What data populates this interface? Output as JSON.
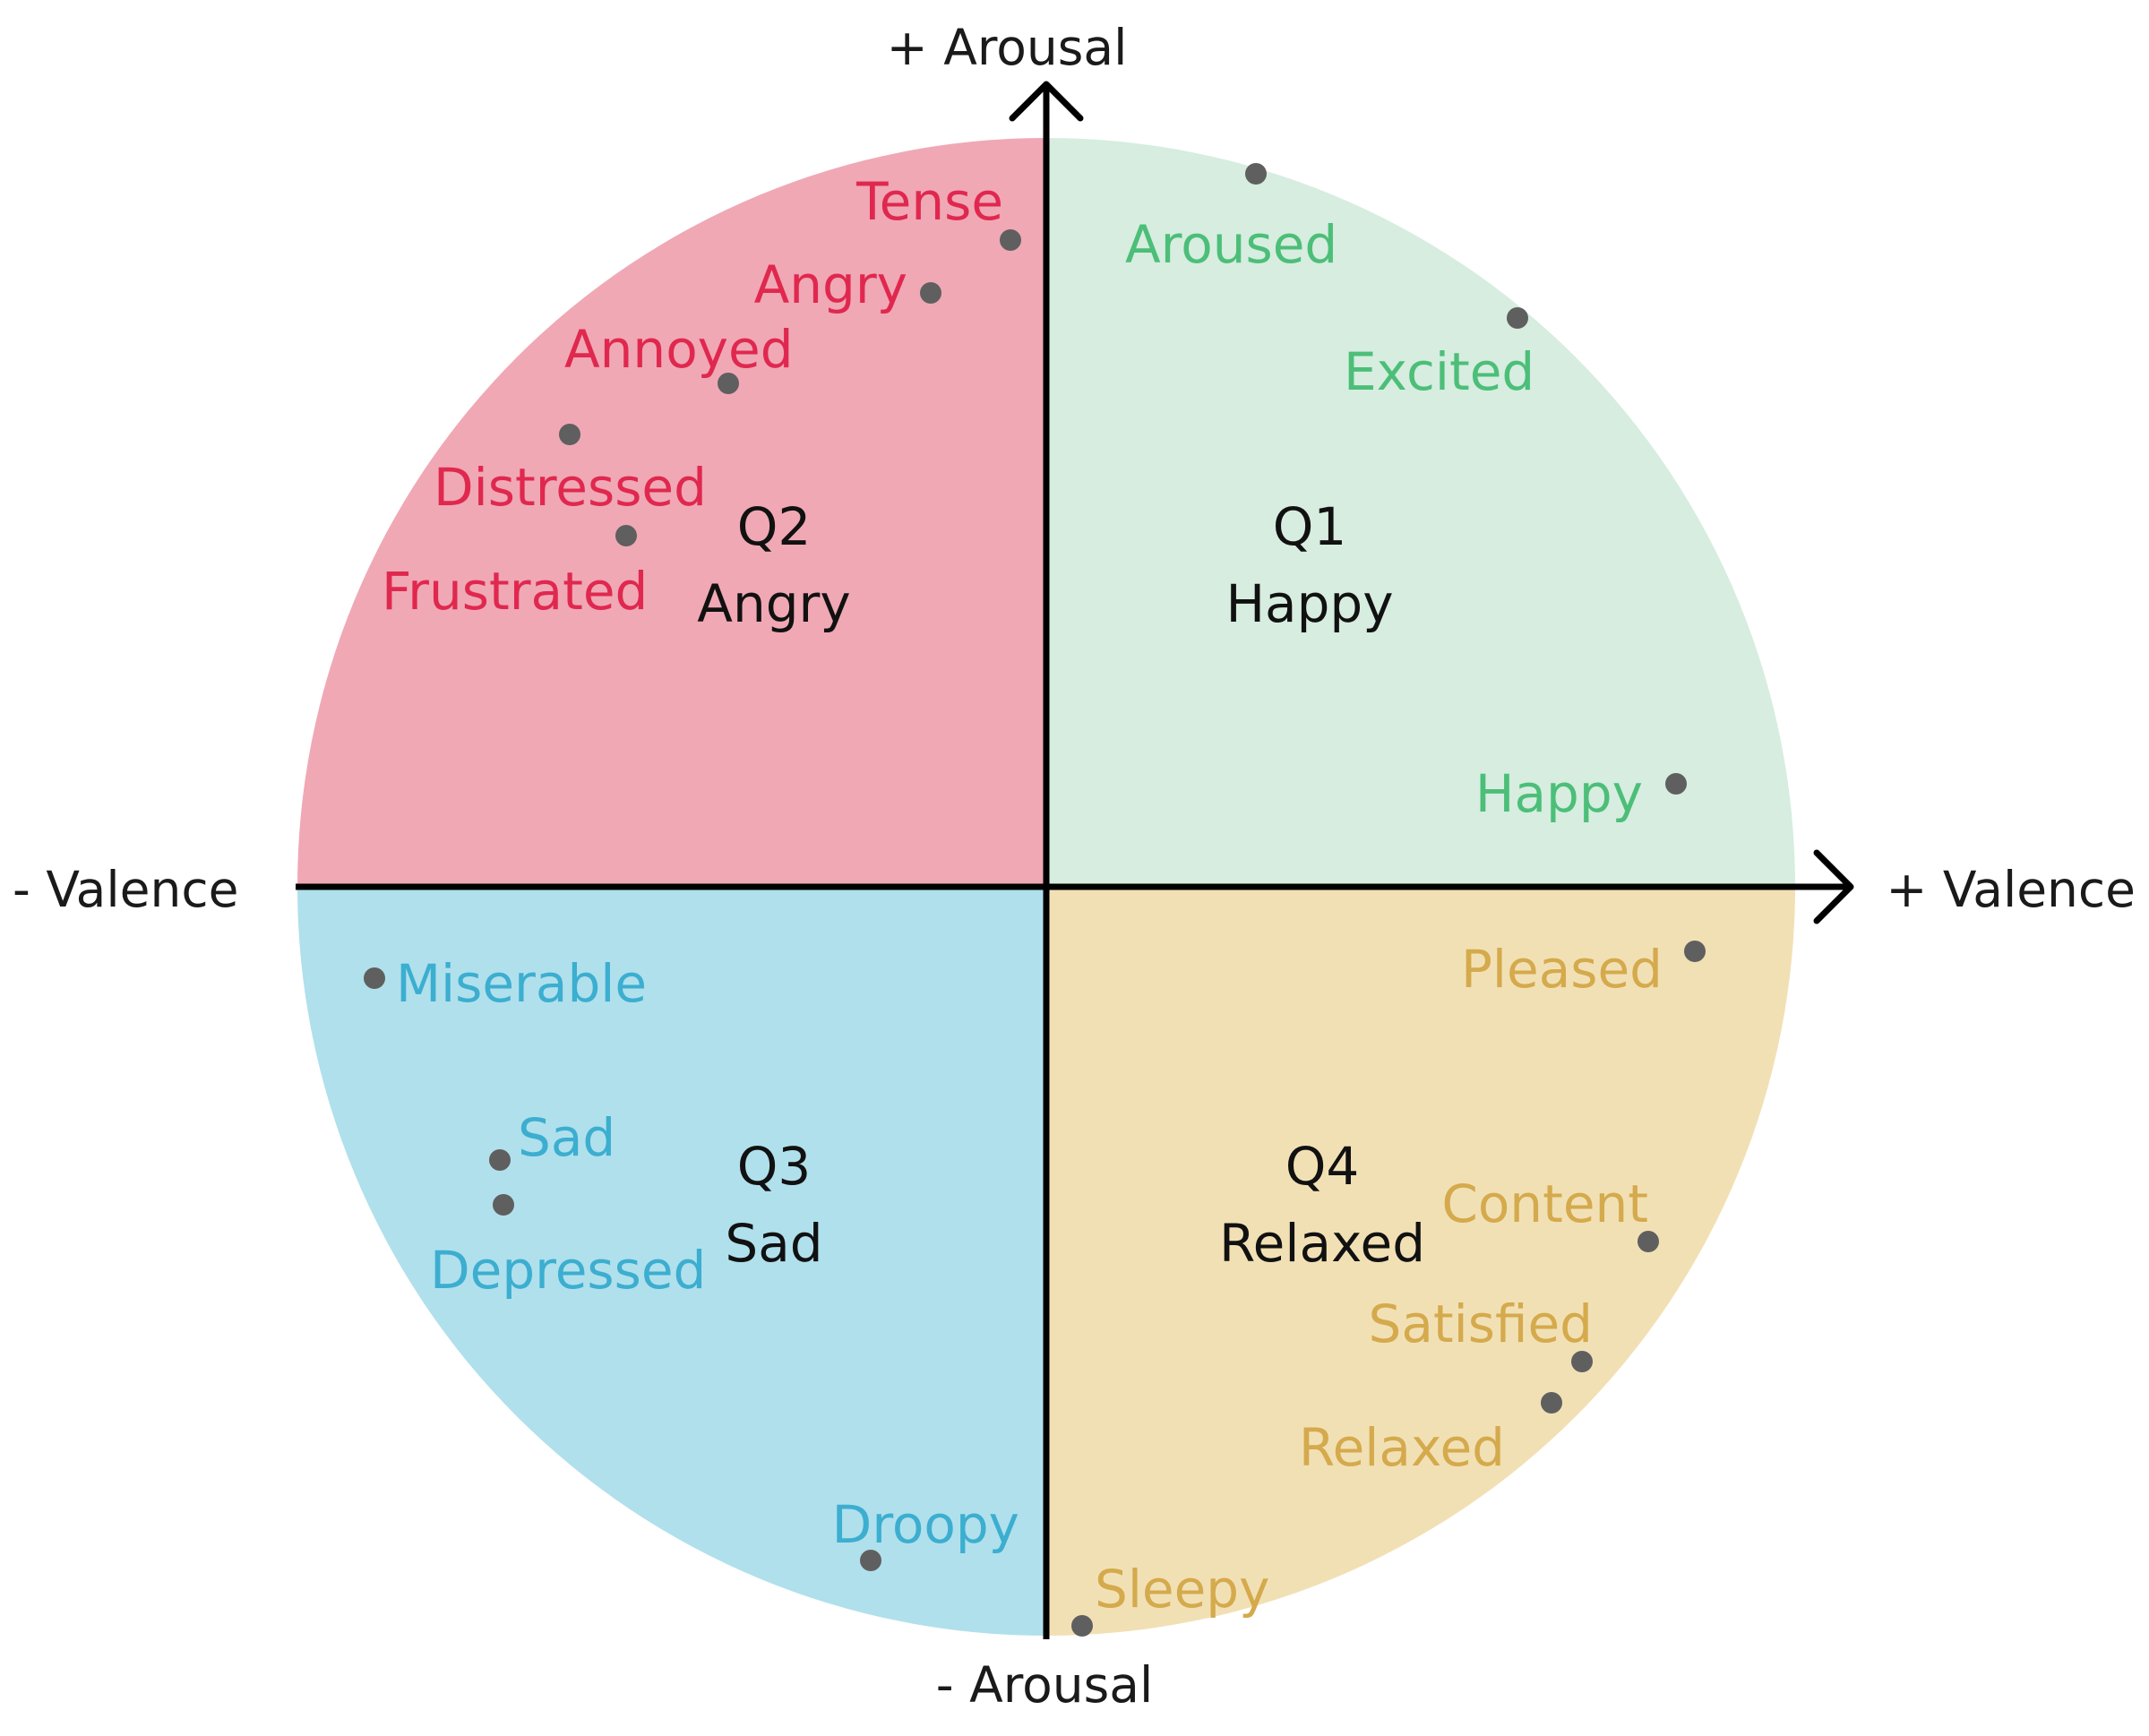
{
  "axes": {
    "arousal_positive": "+ Arousal",
    "arousal_negative": "- Arousal",
    "valence_positive": "+ Valence",
    "valence_negative": "- Valence"
  },
  "colors": {
    "q1_fill": "#d6ede0",
    "q2_fill": "#f0a8b5",
    "q3_fill": "#b0e0ec",
    "q4_fill": "#f2e0b5",
    "q1_text": "#4cbe78",
    "q2_text": "#e0284f",
    "q3_text": "#3caed0",
    "q4_text": "#d4aa4c",
    "dot": "#5f5f5f",
    "axis": "#000000"
  },
  "quadrants": {
    "q1": {
      "code": "Q1",
      "name": "Happy"
    },
    "q2": {
      "code": "Q2",
      "name": "Angry"
    },
    "q3": {
      "code": "Q3",
      "name": "Sad"
    },
    "q4": {
      "code": "Q4",
      "name": "Relaxed"
    }
  },
  "emotions": {
    "tense": "Tense",
    "angry": "Angry",
    "annoyed": "Annoyed",
    "distressed": "Distressed",
    "frustrated": "Frustrated",
    "aroused": "Aroused",
    "excited": "Excited",
    "happy": "Happy",
    "miserable": "Miserable",
    "sad": "Sad",
    "depressed": "Depressed",
    "droopy": "Droopy",
    "pleased": "Pleased",
    "content": "Content",
    "satisfied": "Satisfied",
    "relaxed": "Relaxed",
    "sleepy": "Sleepy"
  }
}
